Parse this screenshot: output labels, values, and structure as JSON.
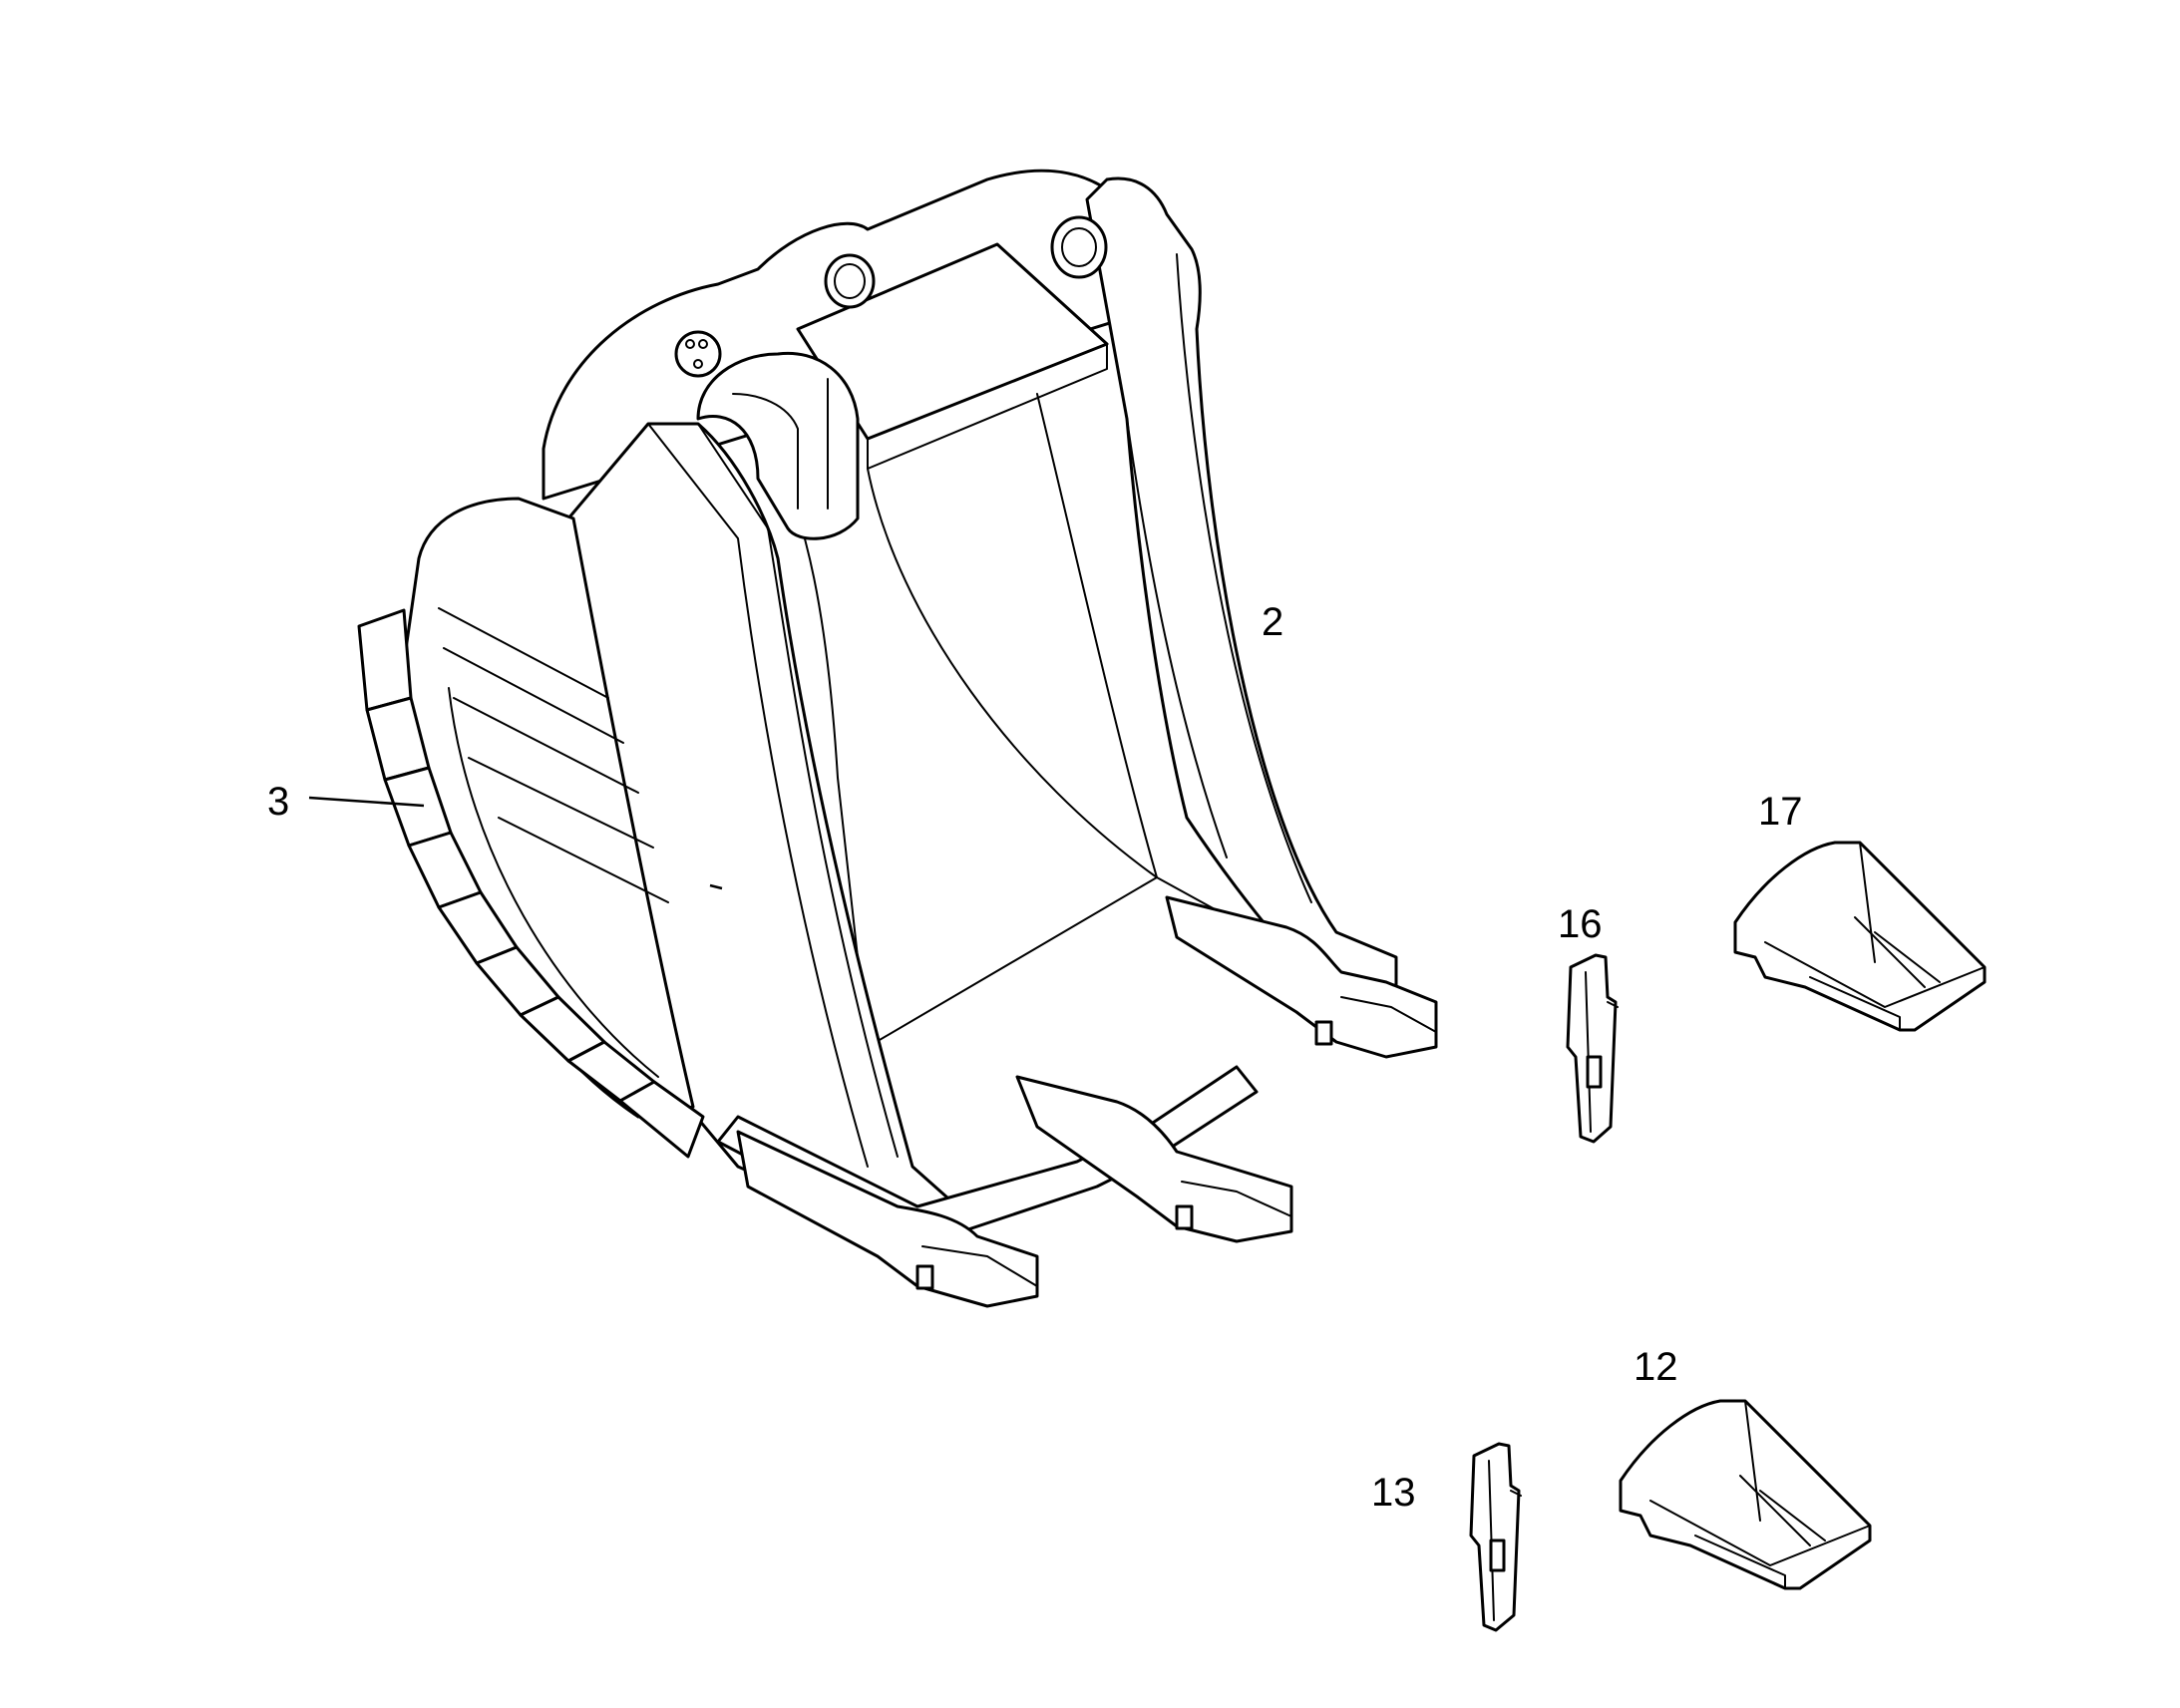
{
  "callouts": {
    "bucket": "2",
    "wear_strip": "3",
    "tooth_large": "17",
    "pin_large": "16",
    "tooth_small": "12",
    "pin_small": "13"
  },
  "colors": {
    "line": "#000000",
    "paper": "#ffffff"
  }
}
